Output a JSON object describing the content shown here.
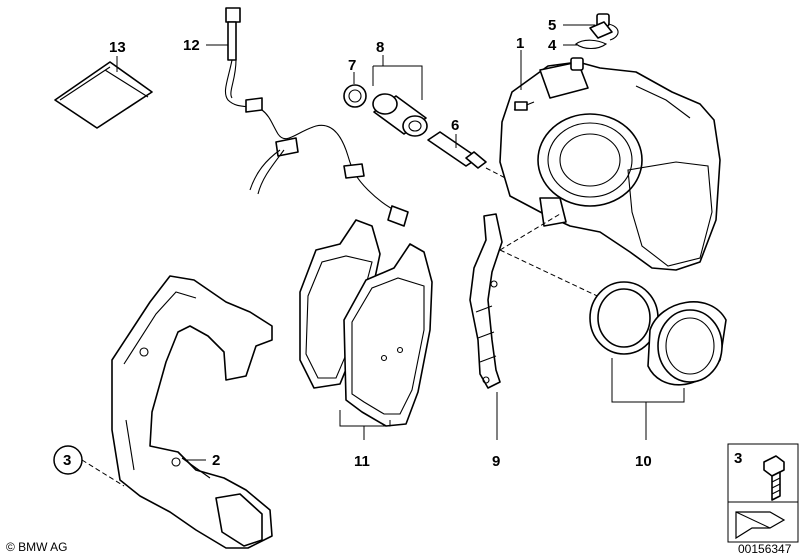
{
  "labels": {
    "p1": "1",
    "p2": "2",
    "p3": "3",
    "p4": "4",
    "p5": "5",
    "p6": "6",
    "p7": "7",
    "p8": "8",
    "p9": "9",
    "p10": "10",
    "p11": "11",
    "p12": "12",
    "p13": "13",
    "p3_circled": "3",
    "p3_box": "3"
  },
  "footer": {
    "brand": "© BMW AG",
    "doc_number": "00156347"
  },
  "icons": {
    "bolt": "bolt-icon",
    "arrow": "arrow-icon"
  }
}
